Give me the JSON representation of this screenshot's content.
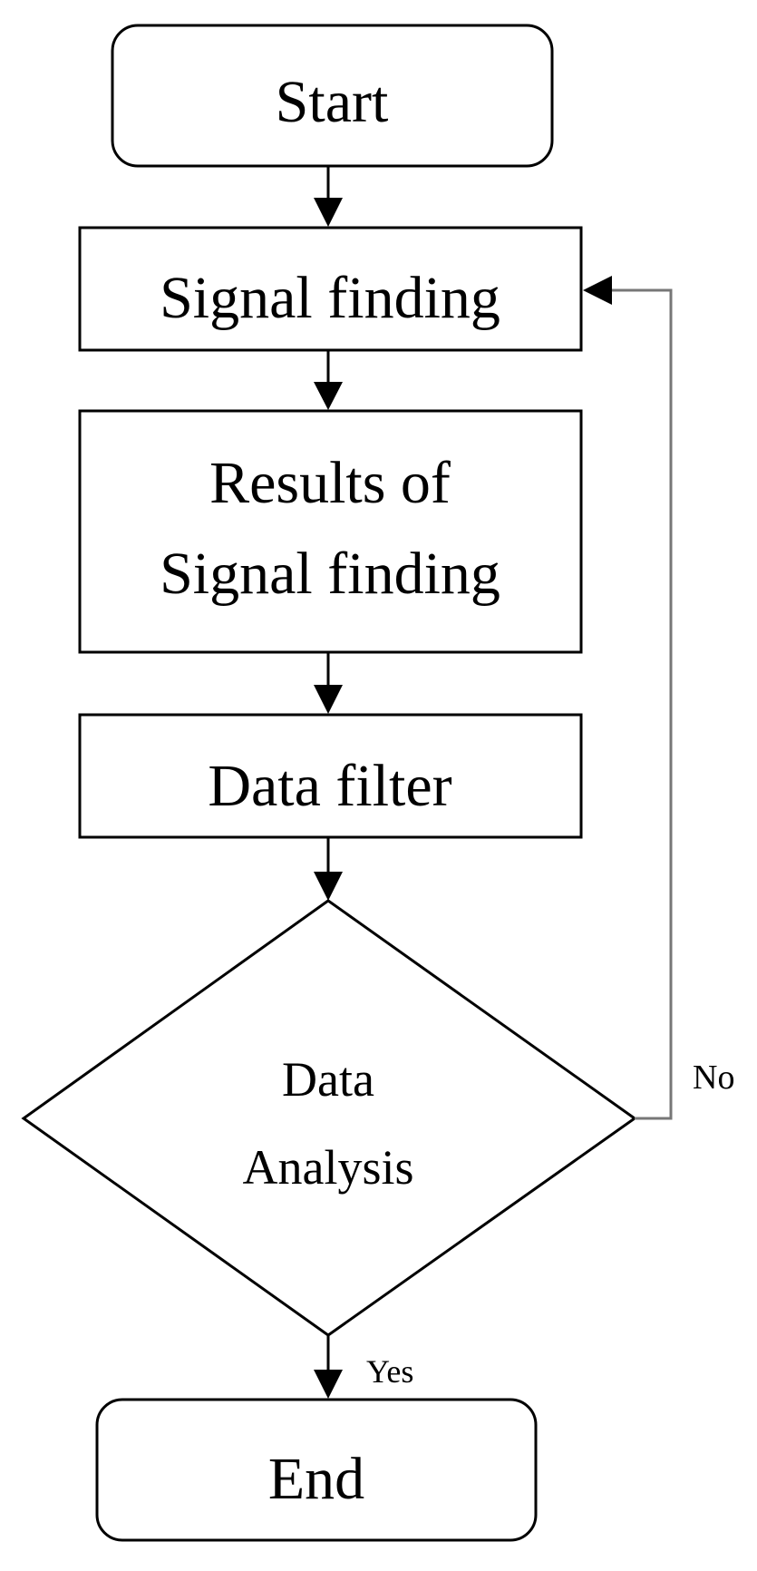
{
  "diagram": {
    "nodes": {
      "start": {
        "label": "Start"
      },
      "signal_finding": {
        "label": "Signal finding"
      },
      "results": {
        "label_line1": "Results of",
        "label_line2": "Signal finding"
      },
      "data_filter": {
        "label": "Data filter"
      },
      "decision": {
        "label_line1": "Data",
        "label_line2": "Analysis"
      },
      "end": {
        "label": "End"
      }
    },
    "edges": {
      "no_label": "No",
      "yes_label": "Yes"
    },
    "colors": {
      "stroke": "#000000",
      "loop_line": "#777777",
      "background": "#ffffff"
    }
  }
}
